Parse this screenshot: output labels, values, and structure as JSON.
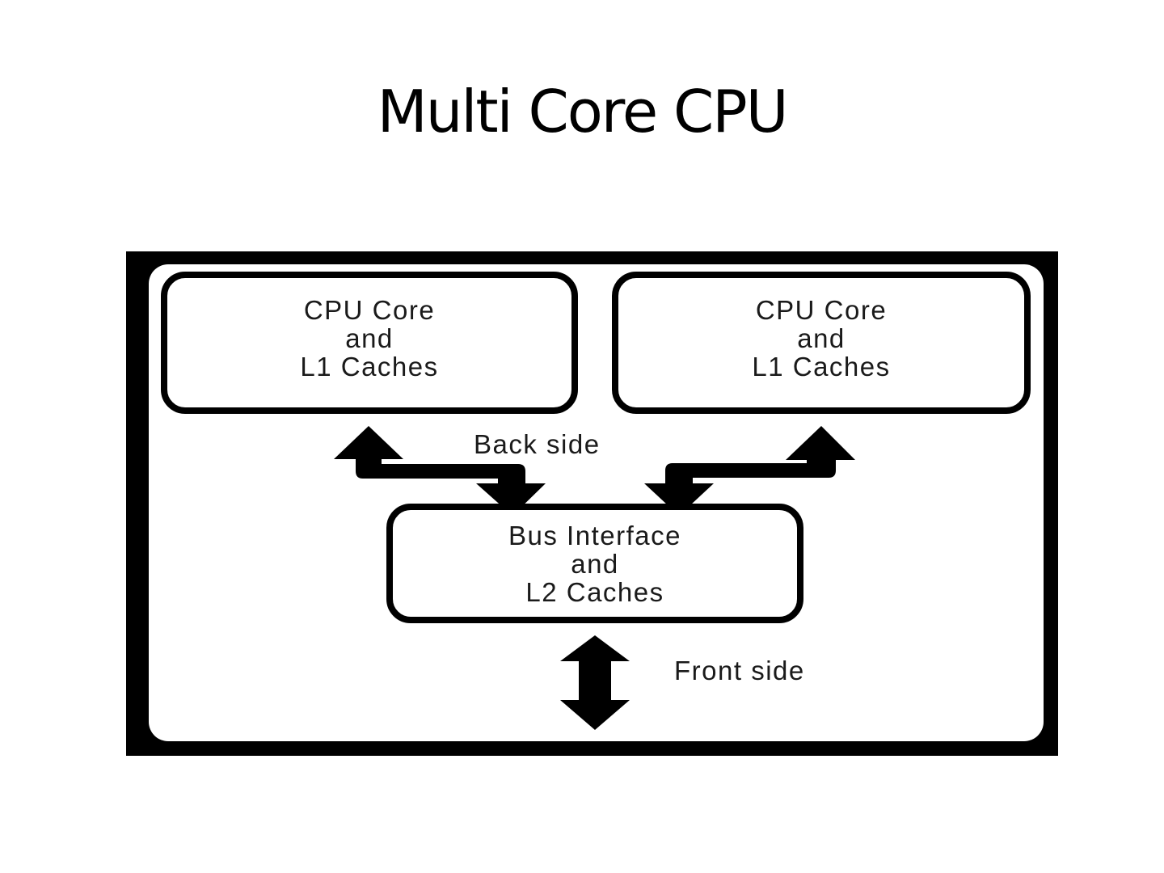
{
  "slide": {
    "title": "Multi Core CPU"
  },
  "diagram": {
    "core_left": {
      "lines": [
        "CPU Core",
        "and",
        "L1 Caches"
      ]
    },
    "core_right": {
      "lines": [
        "CPU Core",
        "and",
        "L1 Caches"
      ]
    },
    "bus": {
      "lines": [
        "Bus Interface",
        "and",
        "L2 Caches"
      ]
    },
    "labels": {
      "back": "Back side",
      "front": "Front side"
    },
    "colors": {
      "stroke": "#000000",
      "fill": "#ffffff",
      "text": "#1a1a1a"
    }
  }
}
